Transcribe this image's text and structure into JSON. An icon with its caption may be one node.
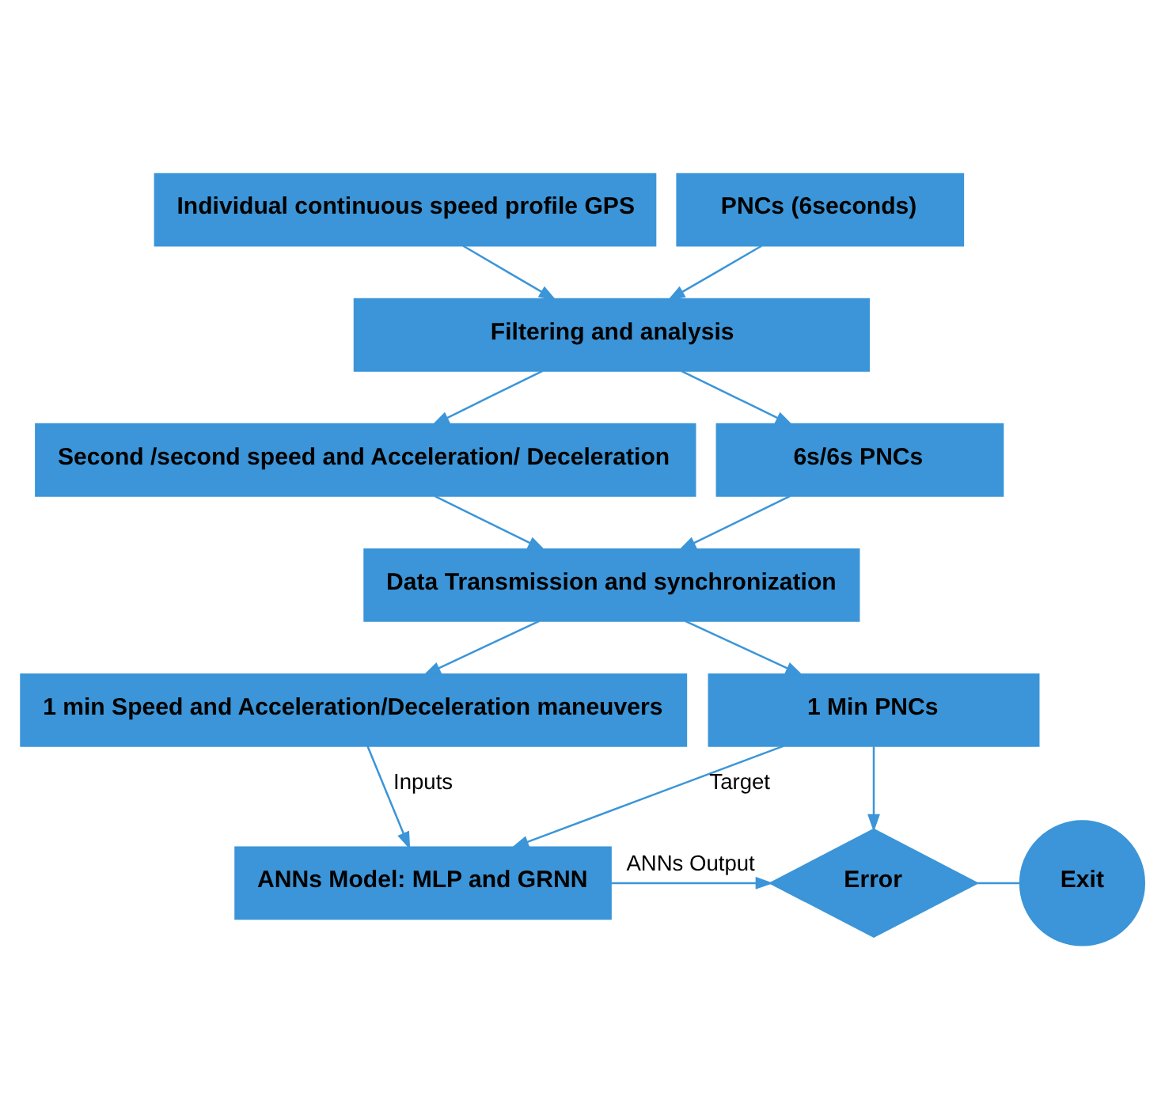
{
  "diagram": {
    "nodes": [
      {
        "text": [
          "Individual continuous speed profile GPS"
        ]
      },
      {
        "text": [
          "PNCs (6seconds)"
        ]
      },
      {
        "text": [
          "Filtering and analysis"
        ]
      },
      {
        "text": [
          "Second /second speed and Acceleration/ Deceleration"
        ]
      },
      {
        "text": [
          "6s/6s PNCs"
        ]
      },
      {
        "text": [
          "Data Transmission and synchronization"
        ]
      },
      {
        "text": [
          "1 min Speed and Acceleration/Deceleration maneuvers"
        ]
      },
      {
        "text": [
          "1 Min PNCs"
        ]
      },
      {
        "text": [
          "ANNs Model: MLP and GRNN"
        ]
      },
      {
        "text": [
          "Error"
        ]
      },
      {
        "text": [
          "Exit"
        ]
      }
    ],
    "edges": [
      {
        "from": 0,
        "to": 2,
        "arrow": "to"
      },
      {
        "from": 1,
        "to": 2,
        "arrow": "to"
      },
      {
        "from": 2,
        "to": 3,
        "arrow": "to"
      },
      {
        "from": 2,
        "to": 4,
        "arrow": "to"
      },
      {
        "from": 3,
        "to": 5,
        "arrow": "to"
      },
      {
        "from": 4,
        "to": 5,
        "arrow": "to"
      },
      {
        "from": 5,
        "to": 6,
        "arrow": "to"
      },
      {
        "from": 5,
        "to": 7,
        "arrow": "to"
      },
      {
        "from": 6,
        "to": 8,
        "arrow": "to",
        "label": "Inputs"
      },
      {
        "from": 7,
        "to": 8,
        "arrow": "to",
        "label": "Target"
      },
      {
        "from": 8,
        "to": 9,
        "arrow": "to",
        "label": "ANNs Output"
      },
      {
        "from": 7,
        "to": 9,
        "arrow": "to"
      },
      {
        "from": 9,
        "to": 10,
        "arrow": "none"
      }
    ]
  }
}
